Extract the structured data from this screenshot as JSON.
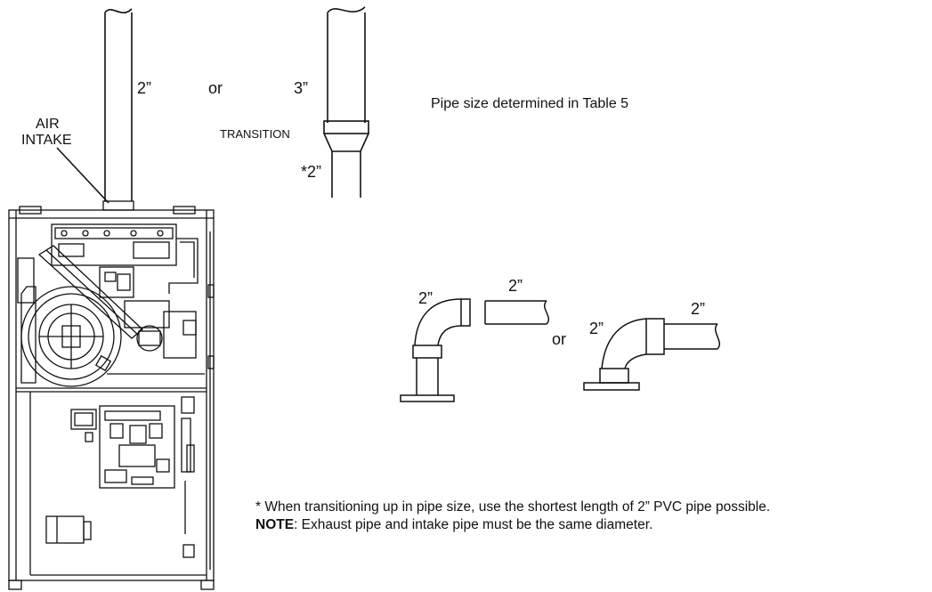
{
  "labels": {
    "left_pipe_size": "2”",
    "or_top": "or",
    "right_pipe_size": "3”",
    "transition": "TRANSITION",
    "reduced_size": "*2”",
    "air_intake_line1": "AIR",
    "air_intake_line2": "INTAKE",
    "pipe_size_note": "Pipe size determined in Table 5",
    "elbow1_size": "2”",
    "elbow1_pipe_size": "2”",
    "or_mid": "or",
    "elbow2_size": "2”",
    "elbow2_pipe_size": "2”"
  },
  "footnote": {
    "transition_note": "* When transitioning up in pipe size, use the shortest length of 2” PVC pipe possible.",
    "note_label": "NOTE",
    "note_text": ": Exhaust pipe and intake pipe must be the same diameter."
  }
}
